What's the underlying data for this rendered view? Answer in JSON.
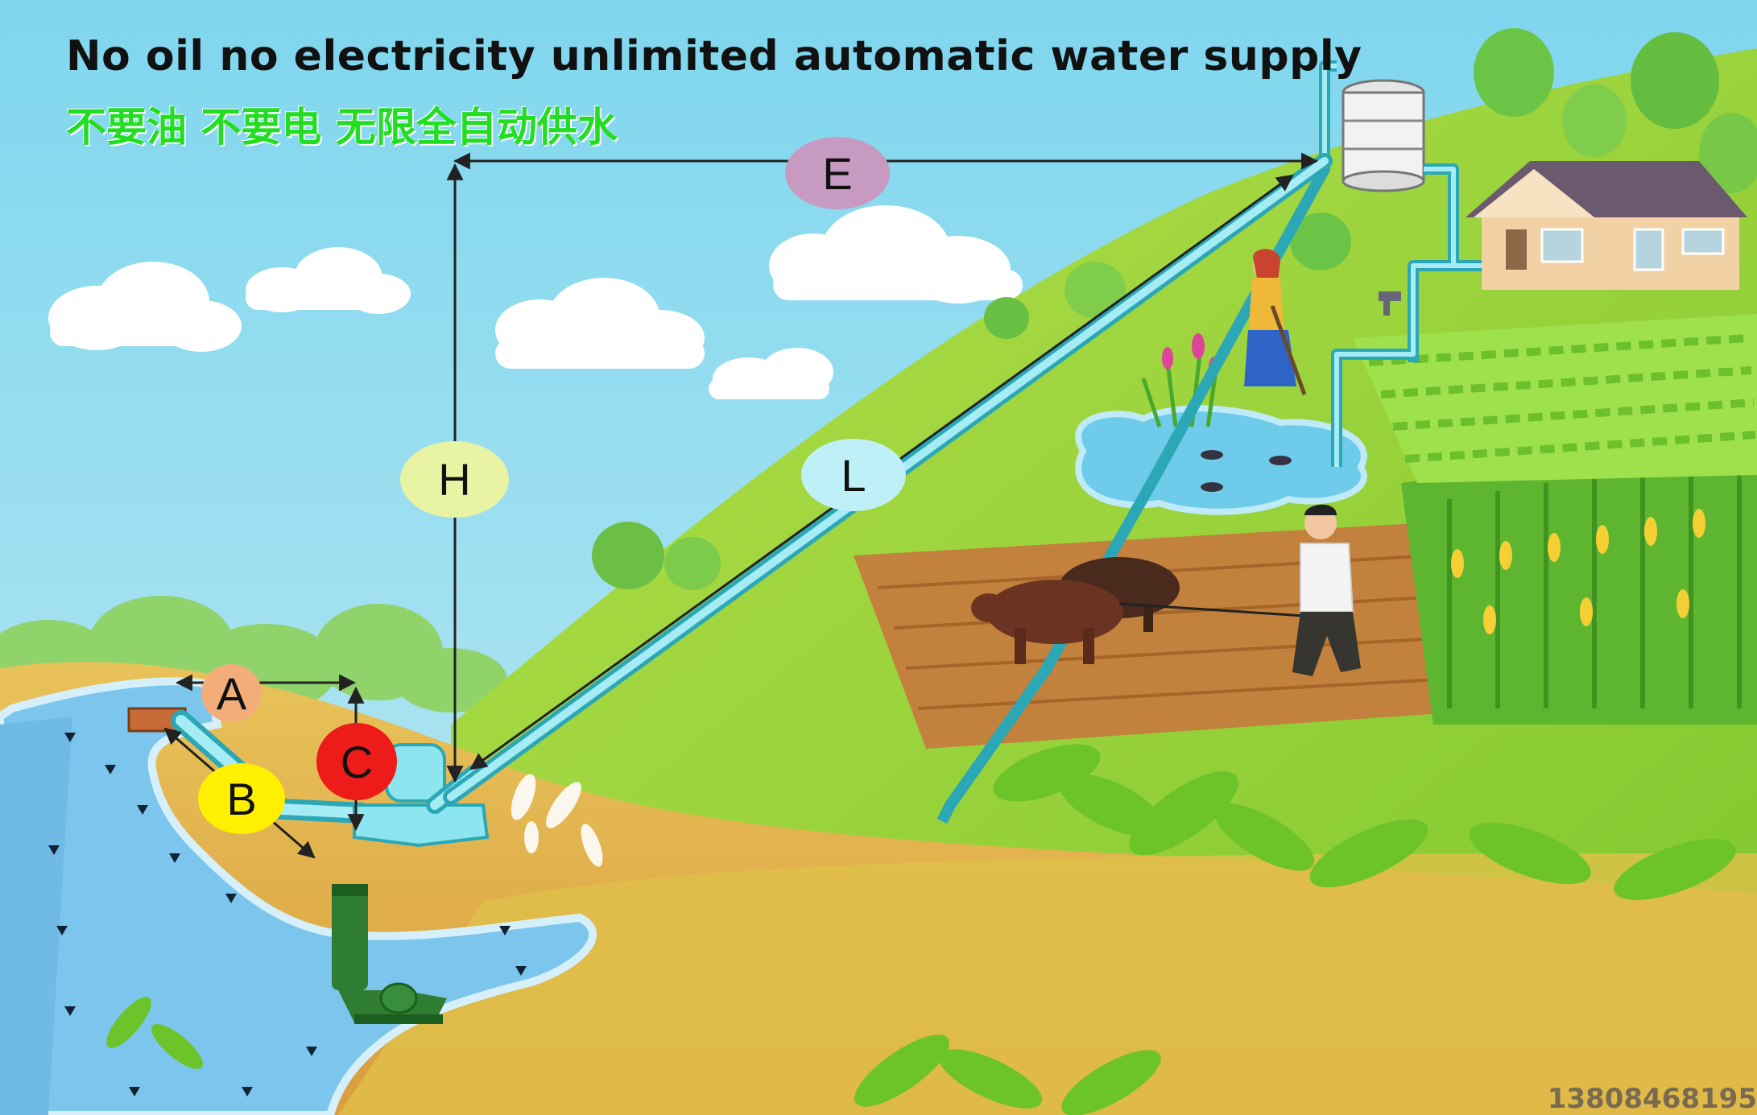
{
  "title": {
    "english": "No oil no electricity unlimited automatic water supply",
    "chinese": "不要油 不要电 无限全自动供水"
  },
  "labels": {
    "A": "A",
    "B": "B",
    "C": "C",
    "E": "E",
    "H": "H",
    "L": "L"
  },
  "phone_number": "13808468195",
  "colors": {
    "sky": "#9fe0ef",
    "hill": "#9ad53a",
    "field": "#c6d844",
    "ground": "#e2b352",
    "river": "#7cc6ee",
    "pipe": "#7fe0ea",
    "pump": "#2e7d32",
    "label_A": "#f3ad7a",
    "label_B": "#ffef00",
    "label_C": "#ee1b1b",
    "label_E": "#c79ac1",
    "label_H": "#e8f3a3",
    "label_L": "#bff0f8"
  }
}
